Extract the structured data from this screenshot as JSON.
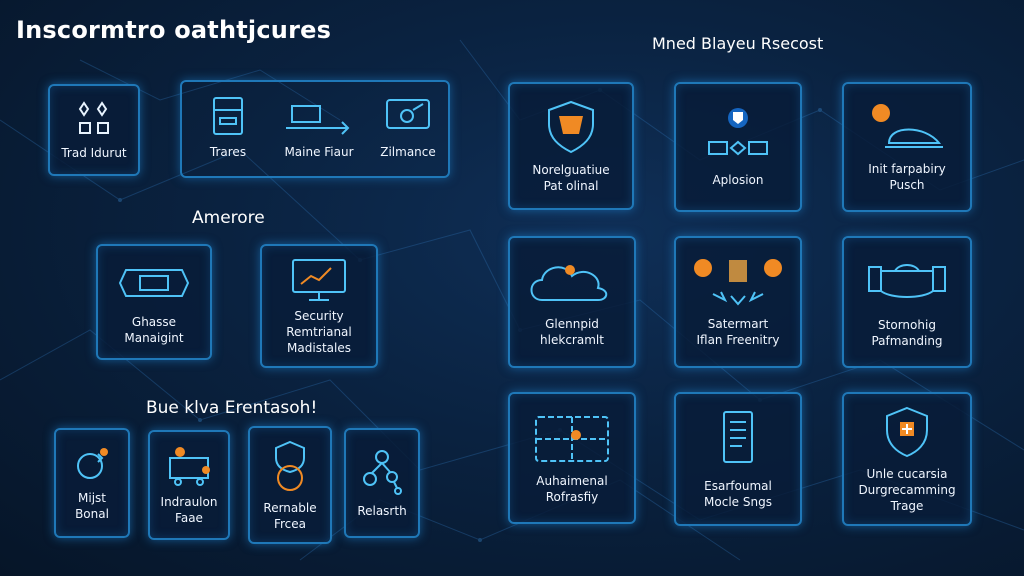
{
  "header": {
    "title": "Inscormtro oathtjcures",
    "right_title": "Mned Blayeu Rsecost"
  },
  "left": {
    "section2_title": "Amerore",
    "section3_title": "Bue klva Erentasoh!",
    "row1": [
      {
        "label": "Trad Idurut",
        "icon": "footsteps-icon"
      },
      {
        "label": "Trares",
        "icon": "server-rack-icon"
      },
      {
        "label": "Maine Fiaur",
        "icon": "flow-arrow-icon"
      },
      {
        "label": "Zilmance",
        "icon": "monitor-tools-icon"
      }
    ],
    "row2": [
      {
        "label": "Ghasse\nManaigint",
        "icon": "chip-icon"
      },
      {
        "label": "Security\nRemtrianal\nMadistales",
        "icon": "monitor-chart-icon"
      }
    ],
    "row3": [
      {
        "label": "Mijst\nBonal",
        "icon": "cycle-icon"
      },
      {
        "label": "Indraulon\nFaae",
        "icon": "cart-icon"
      },
      {
        "label": "Rernable\nFrcea",
        "icon": "shield-ring-icon"
      },
      {
        "label": "Relasrth",
        "icon": "network-nodes-icon"
      }
    ]
  },
  "right": {
    "grid": [
      {
        "label": "Norelguatiue\nPat olinal",
        "icon": "shield-world-icon"
      },
      {
        "label": "Aplosion",
        "icon": "device-shield-icon"
      },
      {
        "label": "Init farpabiry\nPusch",
        "icon": "dome-icon"
      },
      {
        "label": "Glennpid\nhlekcramlt",
        "icon": "cloud-icon"
      },
      {
        "label": "Satermart\nIflan Freenitry",
        "icon": "coins-icon"
      },
      {
        "label": "Stornohig\nPafmanding",
        "icon": "engine-icon"
      },
      {
        "label": "Auhaimenal\nRofrasfiy",
        "icon": "circuit-icon"
      },
      {
        "label": "Esarfoumal\nMocle Sngs",
        "icon": "document-icon"
      },
      {
        "label": "Unle cucarsia\nDurgrecamming\nTrage",
        "icon": "shield-plus-icon"
      }
    ]
  },
  "colors": {
    "accent": "#4fc3f7",
    "border": "#1f78b8",
    "orange": "#f08a24"
  }
}
